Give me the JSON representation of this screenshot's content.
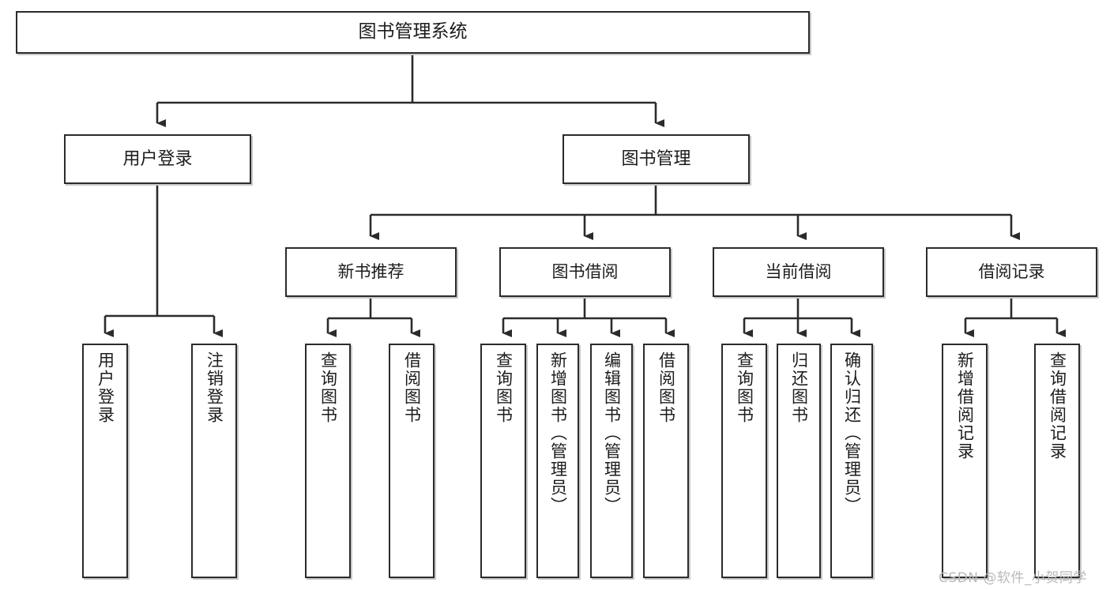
{
  "diagram": {
    "title": "图书管理系统",
    "type": "functional-structure-tree",
    "watermark": "CSDN @软件_小贺同学",
    "colors": {
      "box_border": "#2b2b2b",
      "box_fill": "#ffffff",
      "line": "#2b2b2b",
      "text": "#1c1c1c",
      "watermark": "#b9b9b9"
    },
    "root": {
      "label": "图书管理系统"
    },
    "level2": [
      {
        "label": "用户登录"
      },
      {
        "label": "图书管理"
      }
    ],
    "level3": [
      {
        "label": "新书推荐"
      },
      {
        "label": "图书借阅"
      },
      {
        "label": "当前借阅"
      },
      {
        "label": "借阅记录"
      }
    ],
    "leaves": {
      "user_login": [
        {
          "label": "用户登录"
        },
        {
          "label": "注销登录"
        }
      ],
      "new_book_recommend": [
        {
          "label": "查询图书"
        },
        {
          "label": "借阅图书"
        }
      ],
      "book_borrow": [
        {
          "label": "查询图书"
        },
        {
          "label": "新增图书（管理员）"
        },
        {
          "label": "编辑图书（管理员）"
        },
        {
          "label": "借阅图书"
        }
      ],
      "current_borrow": [
        {
          "label": "查询图书"
        },
        {
          "label": "归还图书"
        },
        {
          "label": "确认归还（管理员）"
        }
      ],
      "borrow_record": [
        {
          "label": "新增借阅记录"
        },
        {
          "label": "查询借阅记录"
        }
      ]
    }
  }
}
